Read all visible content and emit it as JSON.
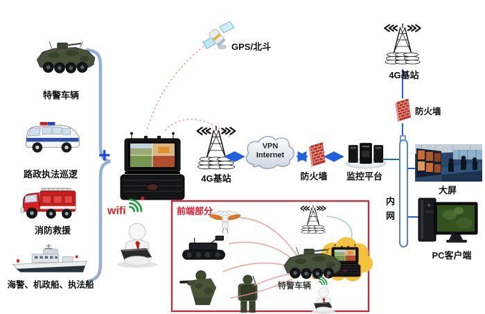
{
  "colors": {
    "arrow_blue": "#1f5fe0",
    "brace_blue": "#93afd6",
    "box_red": "#e8192c",
    "wifi_green": "#1f9e3a",
    "bubble_yellow": "#f6c23e"
  },
  "left_fleet": {
    "plus_sign": "+",
    "vehicles": [
      {
        "label": "特警车辆"
      },
      {
        "label": "路政执法巡逻"
      },
      {
        "label": "消防救援"
      },
      {
        "label": "海警、机政船、执法船"
      }
    ]
  },
  "satellite": {
    "label": "GPS/北斗"
  },
  "command_case": {
    "wifi_label": "wifi"
  },
  "backbone": {
    "base_station_label": "4G基站",
    "vpn_line1": "VPN",
    "vpn_line2": "Internet",
    "firewall_label": "防火墙",
    "platform_label": "监控平台"
  },
  "intranet": {
    "base_station_label": "4G基站",
    "firewall_label": "防火墙",
    "intranet_label": "内网",
    "big_screen_label": "大屏",
    "pc_client_label": "PC客户端"
  },
  "front_section": {
    "title": "前端部分",
    "vehicle_label": "特警车辆"
  }
}
